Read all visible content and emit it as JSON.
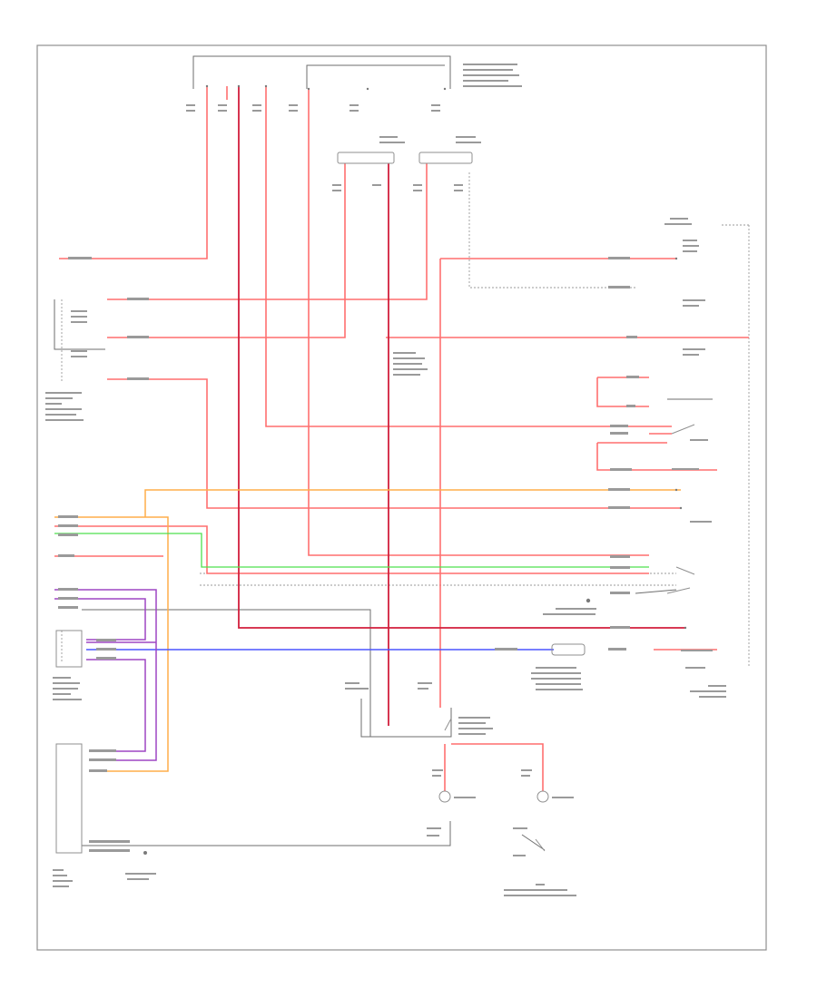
{
  "diagram": {
    "background": "#ffffff",
    "frame_color": "#8f8f8f",
    "footer_label": "",
    "wire_colors": {
      "red": "#ff6f6f",
      "dark_red": "#d21f3c",
      "orange": "#ffae4a",
      "green": "#4de04d",
      "blue": "#4b55ff",
      "purple": "#9e46c4",
      "gray": "#6e6e6e"
    },
    "components": [
      {
        "id": "c_top_connector",
        "label": ""
      },
      {
        "id": "c_left_headlight_relay",
        "label": ""
      },
      {
        "id": "c_right_headlight_relay",
        "label": ""
      },
      {
        "id": "c_left_module",
        "label": ""
      },
      {
        "id": "c_right_switch_group",
        "label": ""
      },
      {
        "id": "c_lower_left_module",
        "label": ""
      },
      {
        "id": "c_bottom_left_module",
        "label": ""
      },
      {
        "id": "c_left_lamp",
        "label": ""
      },
      {
        "id": "c_right_lamp",
        "label": ""
      },
      {
        "id": "c_bottom_switch",
        "label": ""
      }
    ]
  }
}
